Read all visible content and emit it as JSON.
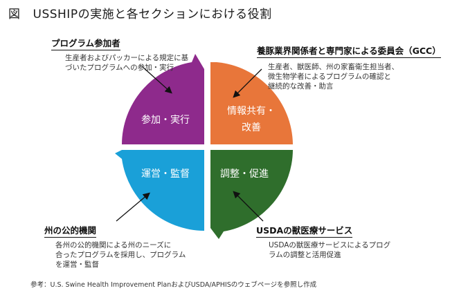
{
  "title": {
    "prefix": "図",
    "text": "USSHIPの実施と各セクションにおける役割"
  },
  "quadrants": [
    {
      "id": "top-left",
      "label": "参加・実行",
      "color": "#8e2a8c"
    },
    {
      "id": "top-right",
      "label_line1": "情報共有・",
      "label_line2": "改善",
      "color": "#e8763a"
    },
    {
      "id": "bottom-left",
      "label": "運営・監督",
      "color": "#1aa0d8"
    },
    {
      "id": "bottom-right",
      "label": "調整・促進",
      "color": "#2f6e2c"
    }
  ],
  "blocks": {
    "producers": {
      "head": "プログラム参加者",
      "lines": [
        "生産者およびパッカーによる規定に基",
        "づいたプログラムへの参加・実行"
      ]
    },
    "gcc": {
      "head": "養豚業界関係者と専門家による委員会（GCC）",
      "lines": [
        "生産者、獣医師、州の家畜衛生担当者、",
        "微生物学者によるプログラムの確認と",
        "継続的な改善・助言"
      ]
    },
    "state": {
      "head": "州の公的機関",
      "lines": [
        "各州の公的機関による州のニーズに",
        "合ったプログラムを採用し、プログラム",
        "を運営・監督"
      ]
    },
    "usda": {
      "head": "USDAの獣医療サービス",
      "lines": [
        "USDAの獣医療サービスによるプログ",
        "ラムの調整と活用促進"
      ]
    }
  },
  "note": "参考：U.S. Swine Health Improvement PlanおよびUSDA/APHISのウェブページを参照し作成"
}
